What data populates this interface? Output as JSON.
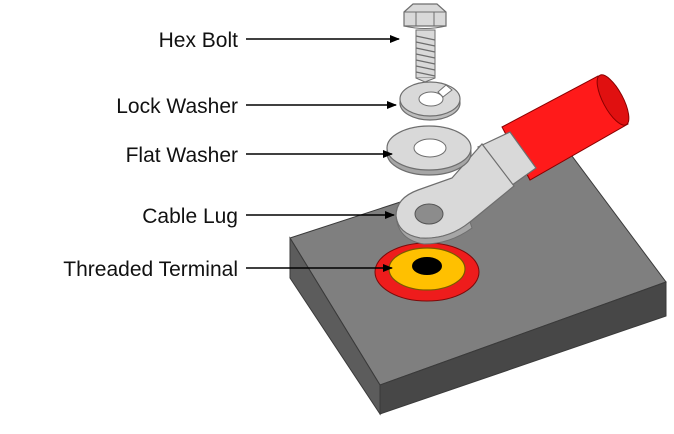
{
  "labels": {
    "hex_bolt": "Hex Bolt",
    "lock_washer": "Lock Washer",
    "flat_washer": "Flat Washer",
    "cable_lug": "Cable Lug",
    "threaded_terminal": "Threaded Terminal"
  },
  "colors": {
    "block_top": "#7f7f7f",
    "block_left": "#5c5c5c",
    "block_front": "#454545",
    "steel": "#d9d9d9",
    "steel_outline": "#6e6e6e",
    "cable_red": "#ff1a1a",
    "terminal_red": "#ee1c1c",
    "terminal_yellow": "#ffc000",
    "hole": "#000000",
    "text": "#111111",
    "arrow": "#000000"
  },
  "icons": [
    "hex-bolt-icon",
    "lock-washer-icon",
    "flat-washer-icon",
    "cable-lug-icon",
    "threaded-terminal-icon"
  ]
}
